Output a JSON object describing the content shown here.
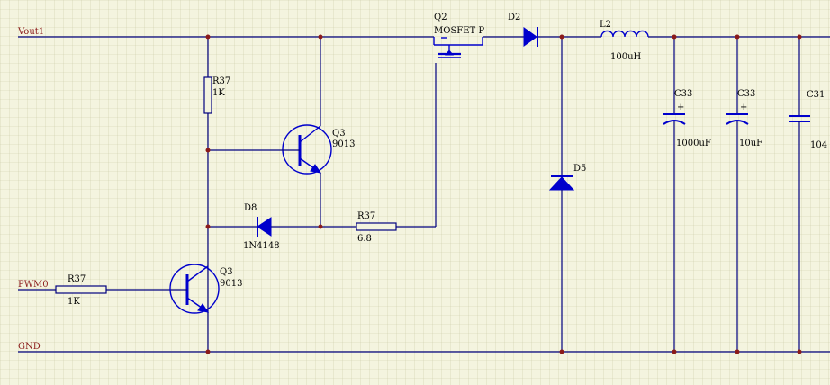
{
  "nets": {
    "vout": "Vout1",
    "pwm": "PWM0",
    "gnd": "GND"
  },
  "components": {
    "r37_top": {
      "ref": "R37",
      "value": "1K"
    },
    "q3_upper": {
      "ref": "Q3",
      "value": "9013"
    },
    "q2": {
      "ref": "Q2",
      "value": "MOSFET P"
    },
    "d2": {
      "ref": "D2"
    },
    "l2": {
      "ref": "L2",
      "value": "100uH"
    },
    "c33_a": {
      "ref": "C33",
      "value": "1000uF",
      "polarity": "+"
    },
    "c33_b": {
      "ref": "C33",
      "value": "10uF",
      "polarity": "+"
    },
    "c31": {
      "ref": "C31",
      "value": "104"
    },
    "d5": {
      "ref": "D5"
    },
    "d8": {
      "ref": "D8",
      "value": "1N4148"
    },
    "r37_mid": {
      "ref": "R37",
      "value": "6.8"
    },
    "r37_bottom": {
      "ref": "R37",
      "value": "1K"
    },
    "q3_lower": {
      "ref": "Q3",
      "value": "9013"
    }
  },
  "colors": {
    "background": "#f4f4df",
    "grid": "#c9c9a8",
    "wire": "#00007f",
    "component": "#0000cc",
    "net_label": "#8b1a1a",
    "junction": "#8b1a1a"
  }
}
